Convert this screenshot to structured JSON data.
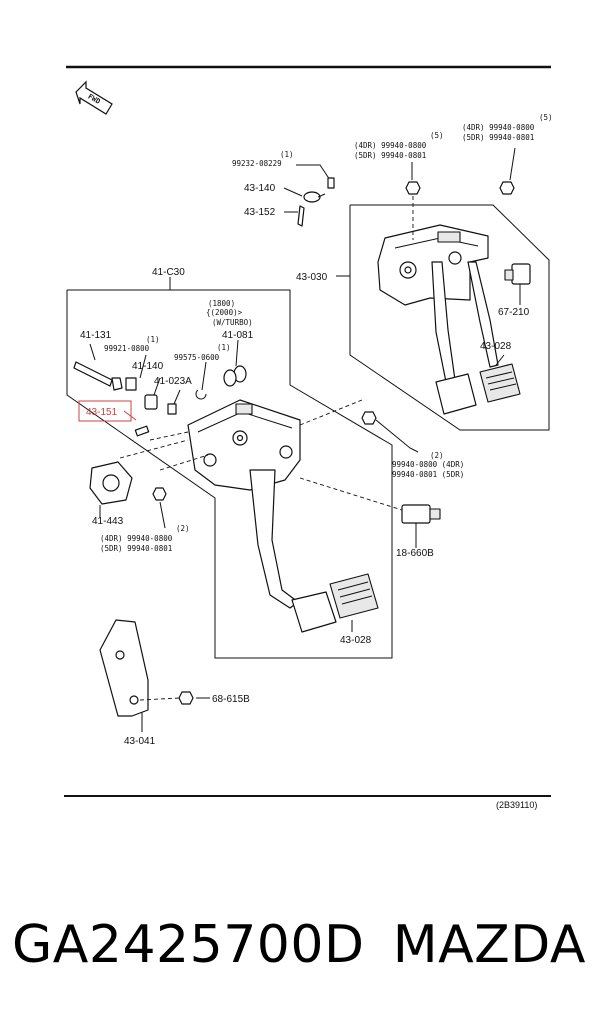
{
  "diagram": {
    "fwd": "FWD",
    "ref_code": "(2B39110)",
    "labels": {
      "p43_140": "43-140",
      "p43_152": "43-152",
      "p43_030": "43-030",
      "p67_210": "67-210",
      "p43_028_top": "43-028",
      "p41_c30": "41-C30",
      "p41_131": "41-131",
      "p41_140": "41-140",
      "p41_023a": "41-023A",
      "p41_081": "41-081",
      "p43_151": "43-151",
      "p41_443": "41-443",
      "p18_660b": "18-660B",
      "p43_028_bot": "43-028",
      "p68_615b": "68-615B",
      "p43_041": "43-041"
    },
    "notes": {
      "n1_top": "(1)",
      "bolt_99232": "99232-08229",
      "n5_mid": "(5)",
      "mid_4dr": "(4DR) 99940-0800",
      "mid_5dr": "(5DR) 99940-0801",
      "n5_right": "(5)",
      "right_4dr": "(4DR) 99940-0800",
      "right_5dr": "(5DR) 99940-0801",
      "v1800": "(1800)",
      "v2000": "{(2000)>",
      "vturbo": "(W/TURBO)",
      "n1_a": "(1)",
      "bolt_99921": "99921-0800",
      "n1_b": "(1)",
      "bolt_99575": "99575-0600",
      "n2_mid": "(2)",
      "mid2_a": "99940-0800 (4DR)",
      "mid2_b": "99940-0801 (5DR)",
      "n2_left": "(2)",
      "left_4dr": "(4DR) 99940-0800",
      "left_5dr": "(5DR) 99940-0801"
    }
  },
  "footer": {
    "part_number": "GA2425700D",
    "brand": "MAZDA"
  }
}
